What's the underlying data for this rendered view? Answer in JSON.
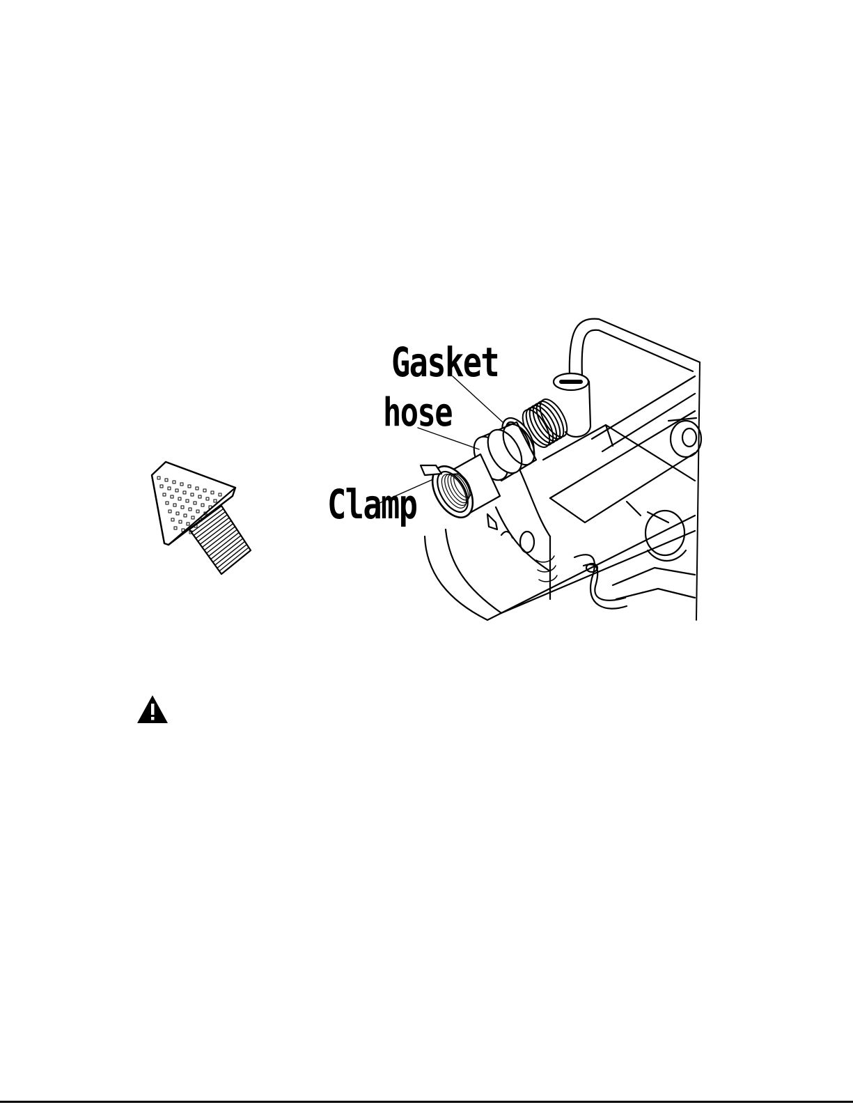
{
  "labels": {
    "gasket": "Gasket",
    "hose": "hose",
    "clamp": "Clamp"
  },
  "icons": {
    "strainer": "strainer-icon",
    "warning": "warning-icon"
  },
  "colors": {
    "ink": "#000000",
    "paper": "#ffffff"
  }
}
